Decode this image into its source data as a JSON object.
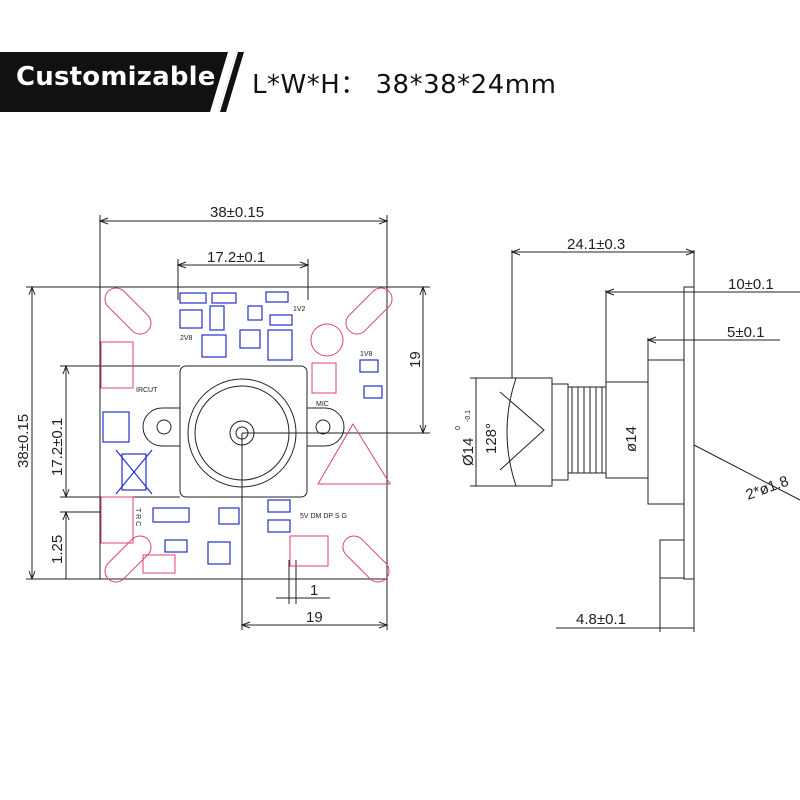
{
  "header": {
    "badge_label": "Customizable",
    "spec_text": "L*W*H： 38*38*24mm"
  },
  "front_view": {
    "width_dim": "38±0.15",
    "lens_span_dim": "17.2±0.1",
    "height_dim": "38±0.15",
    "mount_span_dim": "17.2±0.1",
    "center_right_dim": "19",
    "bottom_offset_dim": "1.25",
    "pin_pitch_dim": "1",
    "center_bottom_dim": "19",
    "silk_labels": {
      "rail_2v8": "2V8",
      "rail_1v2": "1V2",
      "rail_1v8": "1V8",
      "mic": "MIC",
      "ircut": "IRCUT",
      "trc": "T R C",
      "usb_pins": "5V  DM  DP  S  G"
    }
  },
  "side_view": {
    "total_length_dim": "24.1±0.3",
    "lens_length_dim": "10±0.1",
    "holder_length_dim": "5±0.1",
    "lens_diameter_dim": "Ø14",
    "lens_tol_upper": "0",
    "lens_tol_lower": "-0.1",
    "fov_dim": "128°",
    "barrel_diameter_dim": "ø14",
    "holes_dim": "2*ø1.8",
    "board_thickness_dim": "4.8±0.1"
  },
  "colors": {
    "badge_bg": "#111111",
    "badge_accent": "#f0f0f0",
    "line": "#222222",
    "silk_pink": "#e0407a",
    "component_blue": "#2233cc"
  }
}
